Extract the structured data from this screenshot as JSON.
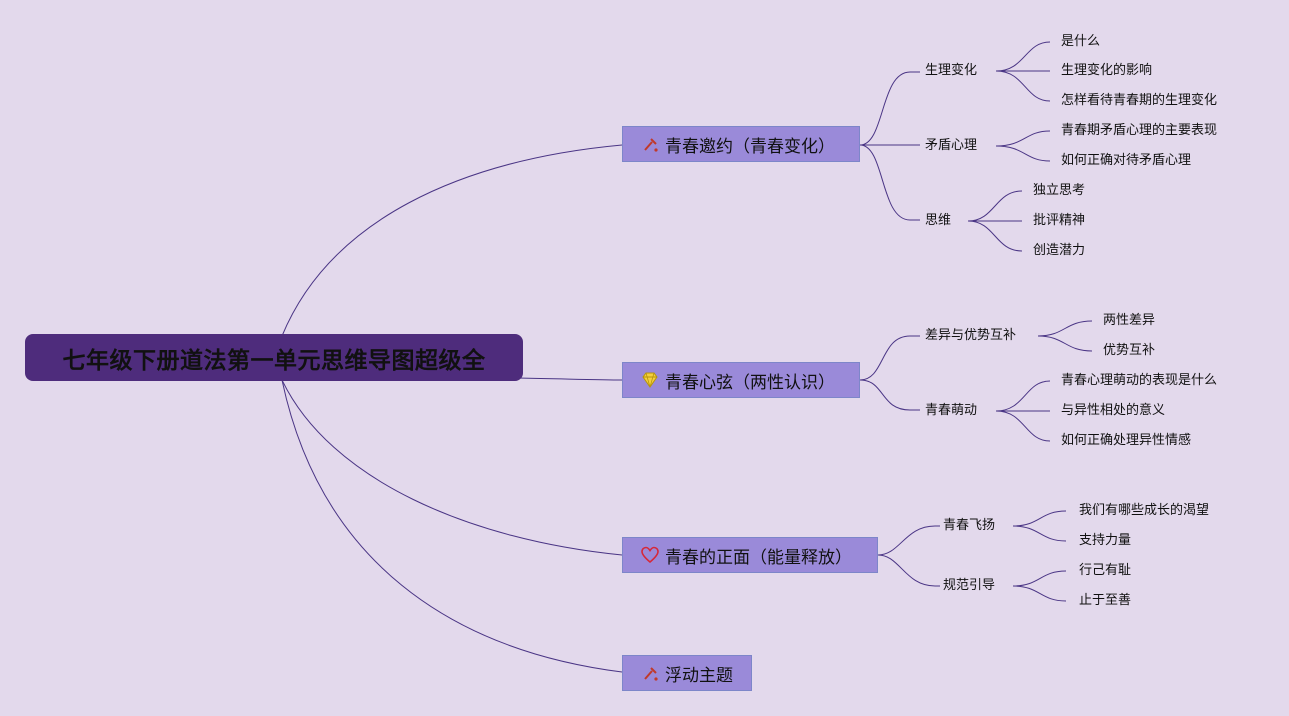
{
  "root": {
    "label": "七年级下册道法第一单元思维导图超级全"
  },
  "branches": [
    {
      "label": "青春邀约（青春变化）",
      "icon": "pin-icon",
      "children": [
        {
          "label": "生理变化",
          "children": [
            "是什么",
            "生理变化的影响",
            "怎样看待青春期的生理变化"
          ]
        },
        {
          "label": "矛盾心理",
          "children": [
            "青春期矛盾心理的主要表现",
            "如何正确对待矛盾心理"
          ]
        },
        {
          "label": "思维",
          "children": [
            "独立思考",
            "批评精神",
            "创造潜力"
          ]
        }
      ]
    },
    {
      "label": "青春心弦（两性认识）",
      "icon": "diamond-icon",
      "children": [
        {
          "label": "差异与优势互补",
          "children": [
            "两性差异",
            "优势互补"
          ]
        },
        {
          "label": "青春萌动",
          "children": [
            "青春心理萌动的表现是什么",
            "与异性相处的意义",
            "如何正确处理异性情感"
          ]
        }
      ]
    },
    {
      "label": "青春的正面（能量释放）",
      "icon": "heart-icon",
      "children": [
        {
          "label": "青春飞扬",
          "children": [
            "我们有哪些成长的渴望",
            "支持力量"
          ]
        },
        {
          "label": "规范引导",
          "children": [
            "行己有耻",
            "止于至善"
          ]
        }
      ]
    },
    {
      "label": "浮动主题",
      "icon": "pin-icon",
      "children": []
    }
  ],
  "colors": {
    "background": "#e3d9ec",
    "root": "#4e2c7c",
    "branch": "#9a8ad9",
    "line": "#4a3585"
  }
}
